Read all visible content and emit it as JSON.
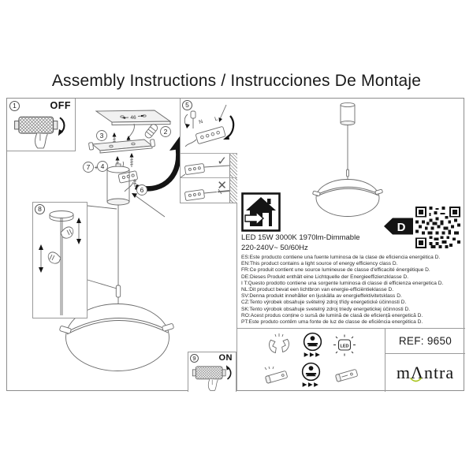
{
  "title": "Assembly Instructions / Instrucciones De Montaje",
  "steps": {
    "n1": "1",
    "n2": "2",
    "n3": "3",
    "n4": "4",
    "n5": "5",
    "n6": "6",
    "n7": "7",
    "n8": "8",
    "n9": "9",
    "off_label": "OFF",
    "on_label": "ON"
  },
  "diagram": {
    "plate_dimension": "46",
    "terminal_n": "N",
    "terminal_l": "L",
    "correct_mark": "✓",
    "wrong_mark": "✕"
  },
  "specs": {
    "line1": "LED 15W 3000K 1970lm-Dimmable",
    "line2": "220-240V~ 50/60Hz"
  },
  "energy": {
    "class_letter": "D"
  },
  "languages": [
    "ES:Este producto contiene una fuente luminosa de la clase de eficiencia energética D.",
    "EN:This product contains a light source of energy efficiency class D.",
    "FR:Ce produit contient une source lumineuse de classe d'efficacité énergétique D.",
    "DE:Dieses Produkt enthält eine Lichtquelle der Energieeffizienzklasse D.",
    "I T:Questo prodotto contiene una sorgente luminosa di classe di efficienza energetica D.",
    "NL:Dit product bevat een lichtbron van energie-efficiëntieklasse D.",
    "SV:Denna produkt innehåller en ljuskälla av energieffektivitetsklass D.",
    "CZ:Tento výrobek obsahuje světelný zdroj třídy energetické účinnosti D.",
    "SK:Tento výrobok obsahuje svetelný zdroj triedy energetickej účinnosti D.",
    "RO:Acest produs conține o sursă de lumină de clasă de eficiență energetică D.",
    "PT:Este produto contêm uma fonte de luz de classe de eficiência energética D."
  ],
  "ref_label": "REF: 9650",
  "brand": {
    "part1": "m",
    "part2": "Λ",
    "part3": "ntra"
  },
  "icons": {
    "led_label": "LED",
    "arrows": "▶▶▶"
  }
}
